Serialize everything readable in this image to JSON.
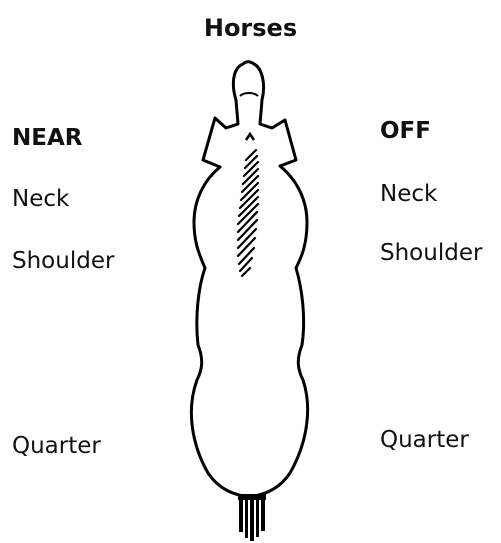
{
  "title": "Horses",
  "near": {
    "heading": "NEAR",
    "neck": "Neck",
    "shoulder": "Shoulder",
    "quarter": "Quarter"
  },
  "off": {
    "heading": "OFF",
    "neck": "Neck",
    "shoulder": "Shoulder",
    "quarter": "Quarter"
  }
}
